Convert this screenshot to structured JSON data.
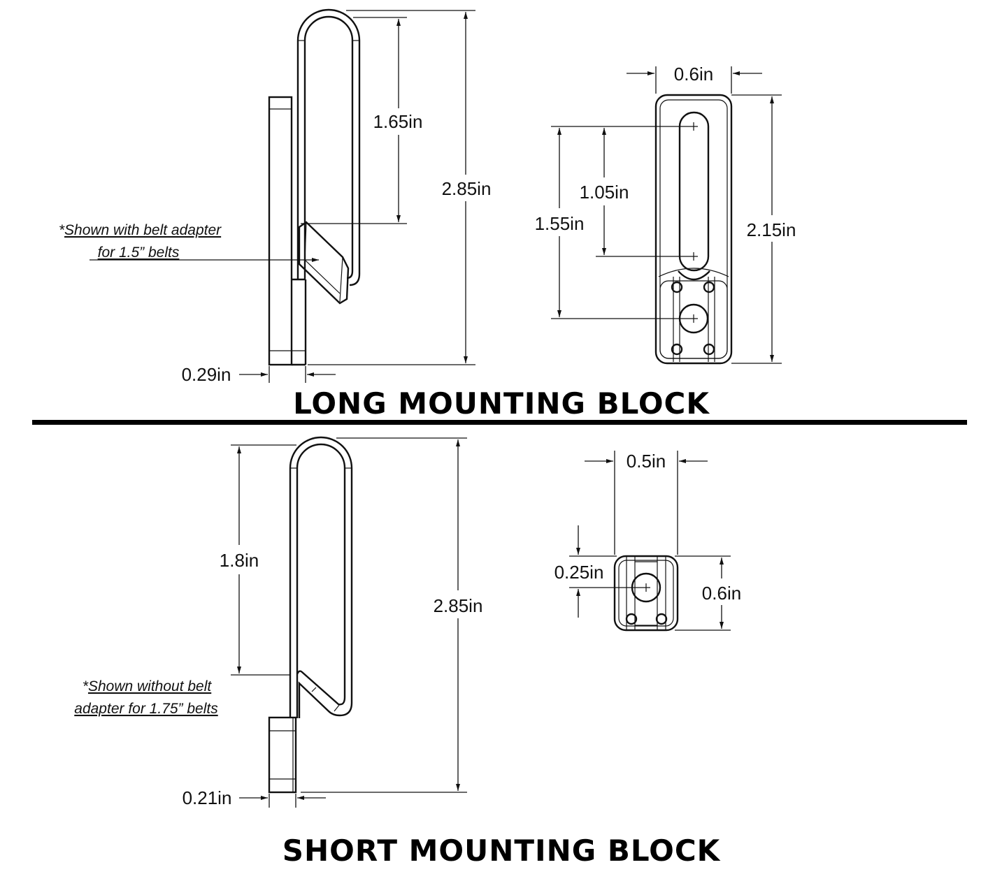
{
  "sections": {
    "long": {
      "title": "LONG MOUNTING BLOCK",
      "side_view": {
        "dims": {
          "inner_height": "1.65in",
          "overall_height": "2.85in",
          "thickness": "0.29in"
        },
        "note_prefix": "*",
        "note_line1": "Shown with belt adapter",
        "note_line2": "for 1.5” belts"
      },
      "front_view": {
        "dims": {
          "width": "0.6in",
          "slot_length": "1.05in",
          "hole_offset": "1.55in",
          "height": "2.15in"
        }
      }
    },
    "short": {
      "title": "SHORT MOUNTING BLOCK",
      "side_view": {
        "dims": {
          "inner_height": "1.8in",
          "overall_height": "2.85in",
          "thickness": "0.21in"
        },
        "note_prefix": "*",
        "note_line1": "Shown without belt",
        "note_line2": "adapter for 1.75” belts"
      },
      "front_view": {
        "dims": {
          "width": "0.5in",
          "hole_offset": "0.25in",
          "height": "0.6in"
        }
      }
    }
  }
}
